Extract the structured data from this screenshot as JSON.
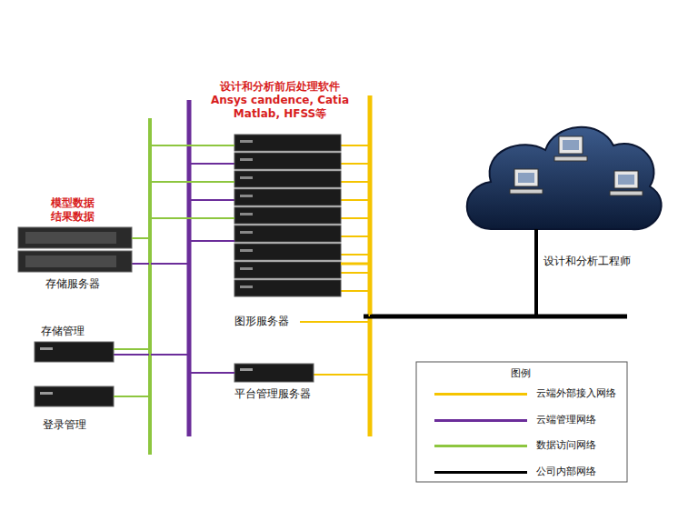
{
  "diagram": {
    "nodes": [
      {
        "text": [
          "设计和分析前后处理软件 Ansys candence, Catia Matlab, HFSS等",
          "图形服务器"
        ]
      },
      {
        "text": [
          "模型数据 结果数据",
          "存储服务器"
        ]
      },
      {
        "text": [
          "存储管理"
        ]
      },
      {
        "text": [
          "登录管理"
        ]
      },
      {
        "text": [
          "平台管理服务器"
        ]
      },
      {
        "text": [
          "设计和分析工程师"
        ]
      }
    ],
    "edges": [
      {
        "from": 1,
        "to": 0,
        "arrow": "none"
      },
      {
        "from": 2,
        "to": 0,
        "arrow": "none"
      },
      {
        "from": 3,
        "to": 0,
        "arrow": "none"
      },
      {
        "from": 4,
        "to": 0,
        "arrow": "none"
      },
      {
        "from": 0,
        "to": 5,
        "arrow": "none"
      }
    ],
    "labels": [
      "图例"
    ],
    "legend": [
      {
        "text": "云端外部接入网络",
        "color": "#f5c400"
      },
      {
        "text": "云端管理网络",
        "color": "#6b2d9a"
      },
      {
        "text": "数据访问网络",
        "color": "#8dc63f"
      },
      {
        "text": "公司内部网络",
        "color": "#000000"
      }
    ]
  }
}
